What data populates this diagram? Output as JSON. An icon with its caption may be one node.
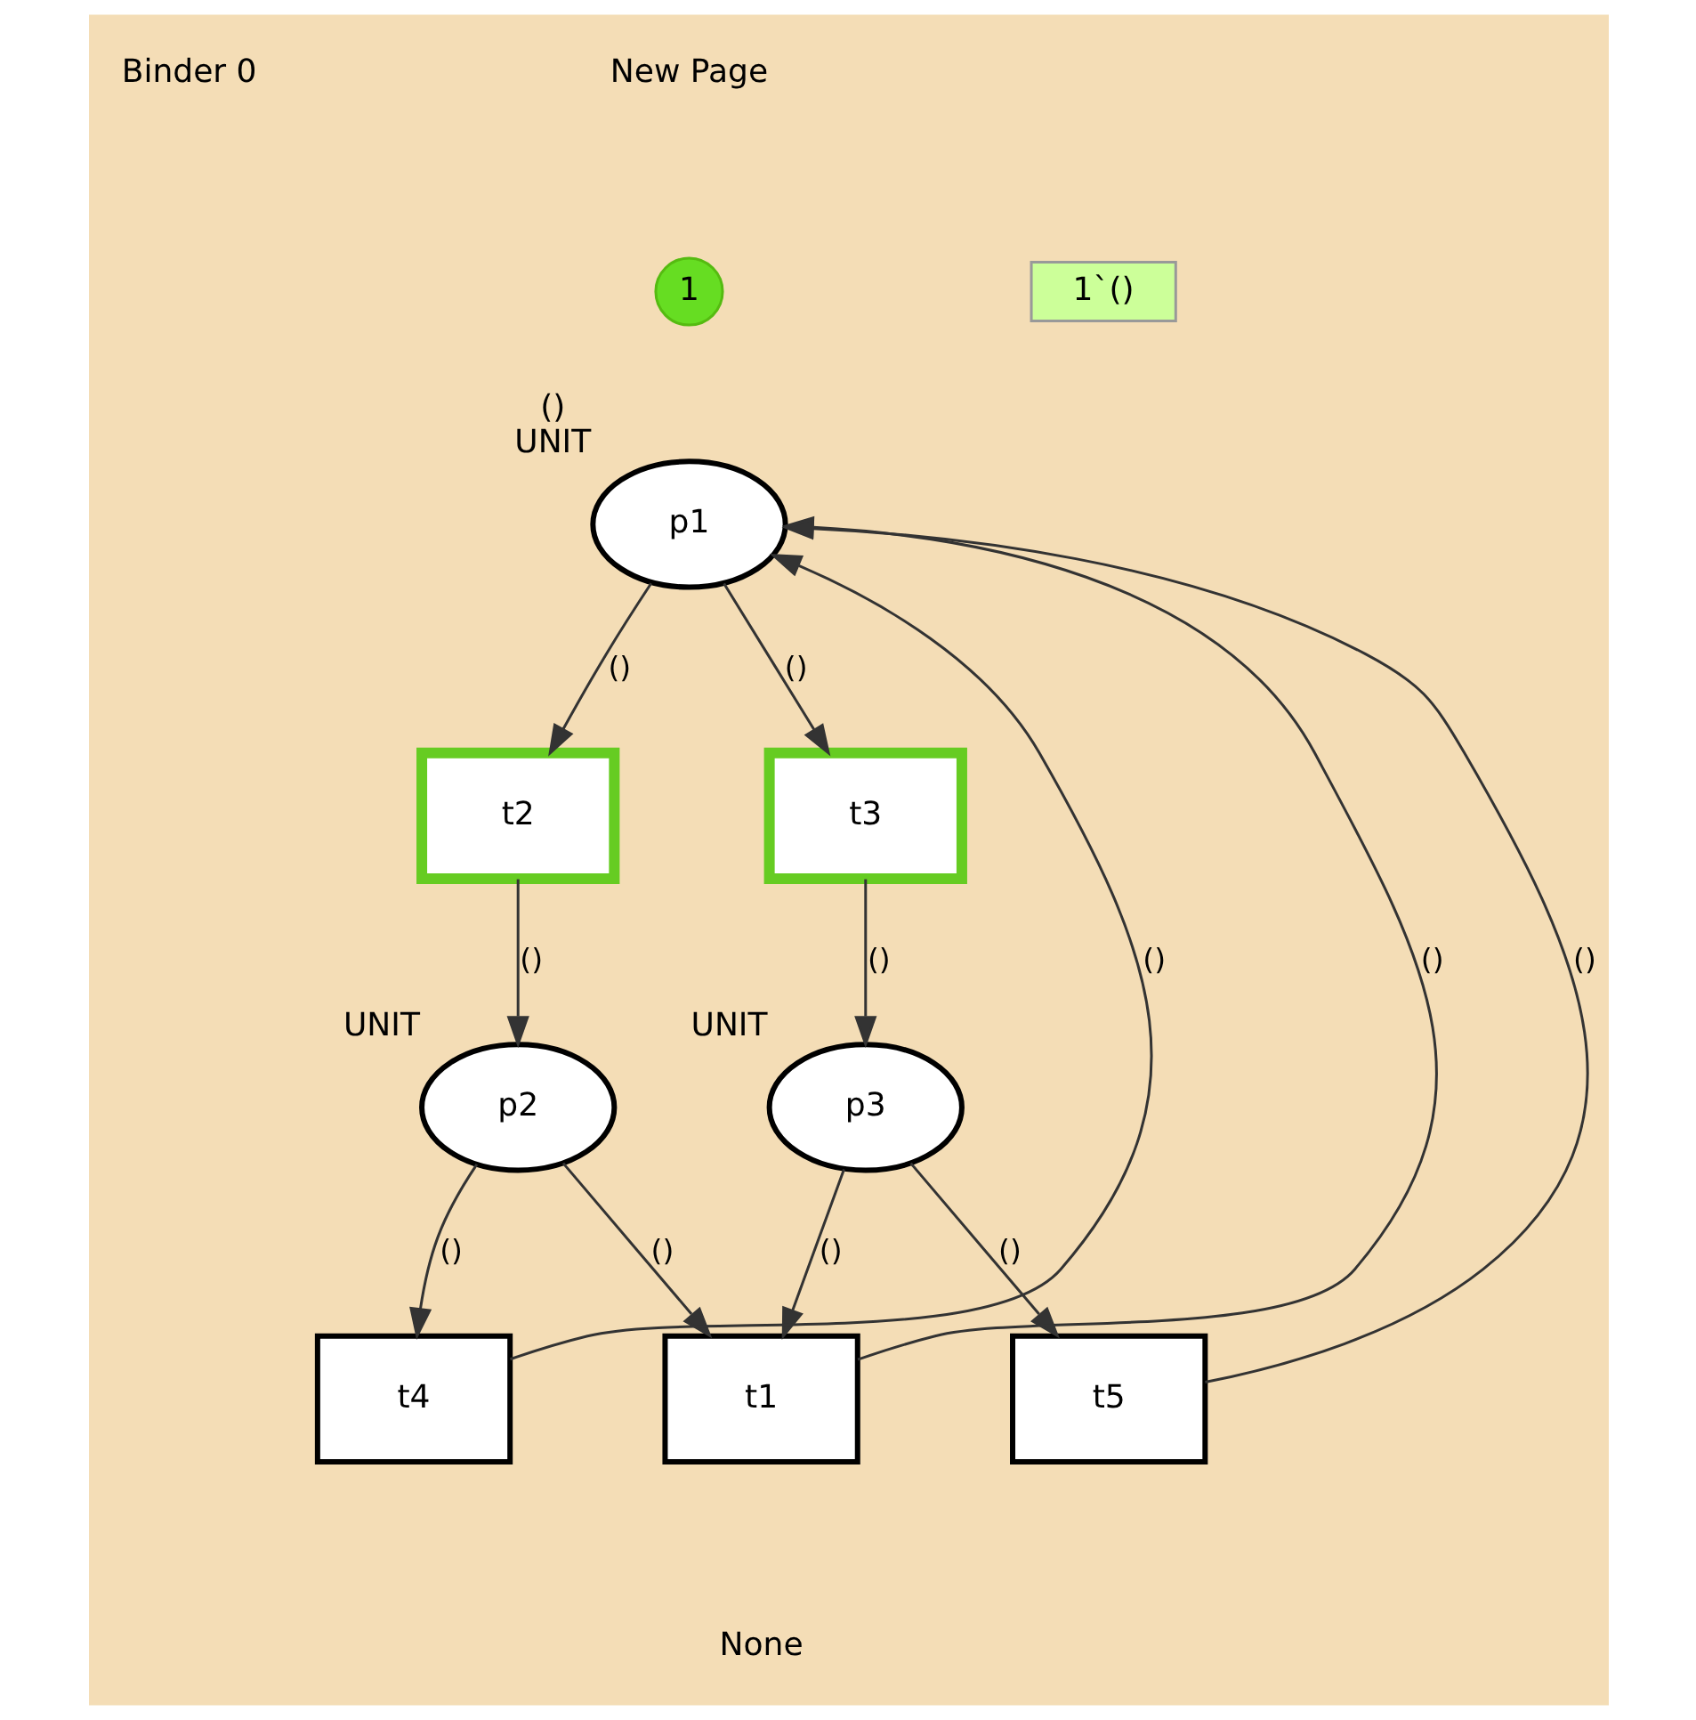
{
  "diagram": {
    "nodes": [
      {
        "text": [
          "1"
        ]
      },
      {
        "text": [
          "1`()"
        ]
      },
      {
        "text": [
          "p1"
        ],
        "beside": [
          "()",
          "UNIT"
        ]
      },
      {
        "text": [
          "t2"
        ]
      },
      {
        "text": [
          "t3"
        ]
      },
      {
        "text": [
          "p2"
        ],
        "beside": [
          "UNIT"
        ]
      },
      {
        "text": [
          "p3"
        ],
        "beside": [
          "UNIT"
        ]
      },
      {
        "text": [
          "t4"
        ]
      },
      {
        "text": [
          "t1"
        ]
      },
      {
        "text": [
          "t5"
        ]
      }
    ],
    "edges": [
      {
        "from": 2,
        "to": 3,
        "arrow": "to",
        "label": "()"
      },
      {
        "from": 2,
        "to": 4,
        "arrow": "to",
        "label": "()"
      },
      {
        "from": 3,
        "to": 5,
        "arrow": "to",
        "label": "()"
      },
      {
        "from": 4,
        "to": 6,
        "arrow": "to",
        "label": "()"
      },
      {
        "from": 5,
        "to": 7,
        "arrow": "to",
        "label": "()"
      },
      {
        "from": 5,
        "to": 8,
        "arrow": "to",
        "label": "()"
      },
      {
        "from": 6,
        "to": 8,
        "arrow": "to",
        "label": "()"
      },
      {
        "from": 6,
        "to": 9,
        "arrow": "to",
        "label": "()"
      },
      {
        "from": 7,
        "to": 2,
        "arrow": "to",
        "label": "()"
      },
      {
        "from": 8,
        "to": 2,
        "arrow": "to",
        "label": "()"
      },
      {
        "from": 9,
        "to": 2,
        "arrow": "to",
        "label": "()"
      }
    ],
    "labels": [
      "Binder 0",
      "New Page",
      "None"
    ]
  }
}
